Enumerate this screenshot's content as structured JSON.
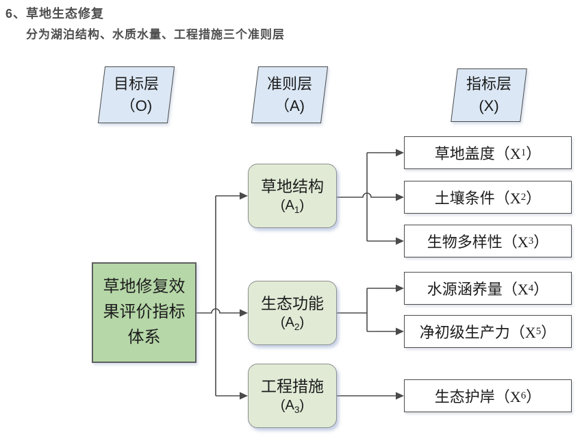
{
  "header": {
    "title": "6、草地生态修复",
    "subtitle": "分为湖泊结构、水质水量、工程措施三个准则层"
  },
  "colors": {
    "title": "#4d4d4d",
    "line": "#4a4a4a",
    "layer-fill": "#dbe7f4",
    "goal-fill": "#b6d7a8",
    "criteria-fill": "#e0ead5",
    "indicator-fill": "#ffffff"
  },
  "layer_labels": [
    {
      "id": "O",
      "line1": "目标层",
      "line2": "（O)"
    },
    {
      "id": "A",
      "line1": "准则层",
      "line2": "（A)"
    },
    {
      "id": "X",
      "line1": "指标层",
      "line2": "(X)"
    }
  ],
  "goal": {
    "id": "O",
    "line1": "草地修复效",
    "line2": "果评价指标",
    "line3": "体系",
    "full": "草地修复效果评价指标体系"
  },
  "criteria": [
    {
      "id": "A1",
      "name": "草地结构",
      "pre": "(A",
      "sub": "1",
      "post": ")"
    },
    {
      "id": "A2",
      "name": "生态功能",
      "pre": "(A",
      "sub": "2",
      "post": ")"
    },
    {
      "id": "A3",
      "name": "工程措施",
      "pre": "(A",
      "sub": "3",
      "post": ")"
    }
  ],
  "indicators": [
    {
      "id": "X1",
      "pre": "草地盖度（X",
      "sub": "1",
      "post": "）"
    },
    {
      "id": "X2",
      "pre": "土壤条件（X",
      "sub": "2",
      "post": "）"
    },
    {
      "id": "X3",
      "pre": "生物多样性（X",
      "sub": "3",
      "post": "）"
    },
    {
      "id": "X4",
      "pre": "水源涵养量（X",
      "sub": "4",
      "post": "）"
    },
    {
      "id": "X5",
      "pre": "净初级生产力（X",
      "sub": "5",
      "post": "）"
    },
    {
      "id": "X6",
      "pre": "生态护岸（X",
      "sub": "6",
      "post": "）"
    }
  ],
  "edges": [
    {
      "from": "O",
      "to": "A1"
    },
    {
      "from": "O",
      "to": "A2"
    },
    {
      "from": "O",
      "to": "A3"
    },
    {
      "from": "A1",
      "to": "X1"
    },
    {
      "from": "A1",
      "to": "X2"
    },
    {
      "from": "A1",
      "to": "X3"
    },
    {
      "from": "A2",
      "to": "X4"
    },
    {
      "from": "A2",
      "to": "X5"
    },
    {
      "from": "A3",
      "to": "X6"
    }
  ]
}
